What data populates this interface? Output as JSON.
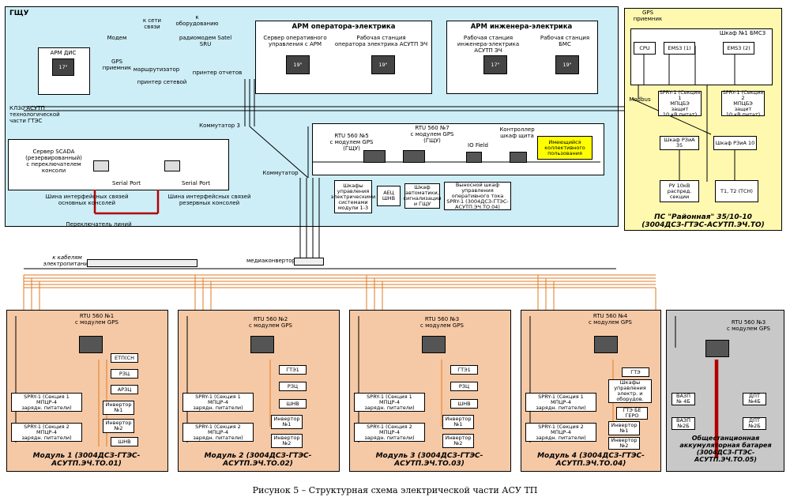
{
  "zones": {
    "main": "ГЩУ",
    "arm_operator": "АРМ оператора-электрика",
    "arm_engineer": "АРМ инженера-электрика",
    "ps_rayonnaya": "ПС \"Районная\" 35/10-10\n(3004ДСЗ-ГТЭС-АСУТП.ЭЧ.ТО)",
    "fac_battery": "Общестанционная\nаккумуляторная батарея\n(3004ДСЗ-ГТЭС-\nАСУТП.ЭЧ.ТО.05)"
  },
  "labels": {
    "arm_dis": "АРМ ДИС",
    "gps_reciever_left": "GPS\nприемник",
    "modem": "Модем",
    "antenna_label": "к сети\nсвязи",
    "building_link": "к оборудованию",
    "router": "маршрутизатор",
    "printer": "принтер сетевой",
    "report_printer": "принтер отчетов",
    "remote_panel": "радиомодем Satel\nSRU",
    "arm_group_left": "Сервер оперативного\nуправления с АРМ",
    "workstation_op": "Рабочая станция\nоператора электрика АСУТП ЭЧ",
    "workstation_eng": "Рабочая станция\nинженера-электрика АСУТП ЭЧ",
    "workstation_bms": "Рабочая станция\nБМС",
    "kvo_asutp": "КЛ30 АСУТП\nтехнологической\nчасти ГТЭС",
    "switch3": "Коммутатор 3",
    "switch": "Коммутатор",
    "scada_server": "Сервер SCADA\n(резервированный)\nс переключателем консоли",
    "serial_port": "Serial Port",
    "rtu5": "RTU 560 №5\nс модулем GPS\n(ГЩУ)",
    "rtu7": "RTU 560 №7\nс модулем GPS\n(ГЩУ)",
    "io_field": "IO Field",
    "controller": "Контроллер\nшкаф щита",
    "collective_monitor": "Имеющийся\nколлективного\nпользования",
    "cab_aecsh": "АЕЦ\nШНВ",
    "cab_relay": "Шкафы\nуправления\nэлектрическими\nсистемами\nмодули 1-3",
    "cab_auto": "Шкаф\nавтоматики,\nсигнализации\nи ГЩУ",
    "cab_srp": "Выносной шкаф управления\nоперативного тока\nSPRY-1 (3004ДСЗ-ГТЭС-\nАСУТП.ЭЧ.ТО.04)",
    "iface_left": "Шина интерфейсных связей\nосновных консолей",
    "iface_right": "Шина интерфейсных связей\nрезервных консолей",
    "switcher_lines": "Переключатель линий",
    "cable_label": "к кабелям\nэлектропитания",
    "media_converters": "медиаконверторы",
    "gps_top": "GPS\nприемник",
    "cabinet_bms": "Шкаф №1 БМС3",
    "cpu": "CPU",
    "ems1": "EMS3 (1)",
    "ems2": "EMS3 (2)",
    "modbus": "Modbus",
    "spry_sec1": "SPRY-1 (Секция 1\nМПЦБЭ\nзащит\n10 кВ питат)",
    "spry_sec2": "SPRY-1 (Секция 2\nМПЦБЭ\nзащит\n10 кВ питат)",
    "relay_sec": "Шкаф РЗиА 35",
    "relay_10": "Шкаф РЗиА 10",
    "ru_dist": "РУ 10кВ\nраспред.\nсекции",
    "t1_t2": "Т1, Т2 (ТСН)"
  },
  "modules": [
    {
      "rtu": "RTU 560 №1\nс модулем GPS",
      "title": "Модуль 1 (3004ДСЗ-ГТЭС-\nАСУТП.ЭЧ.ТО.01)",
      "boxes": [
        "ЕТП(СН",
        "РЗЦ",
        "АРЗЦ",
        "Инвертор\n№1",
        "Инвертор\n№2",
        "ШНВ"
      ],
      "sec1": "SPRY-1 (Секция 1\nМПЦР-4\nзарядн. питатели)",
      "sec2": "SPRY-1 (Секция 2\nМПЦР-4\nзарядн. питатели)"
    },
    {
      "rtu": "RTU 560 №2\nс модулем GPS",
      "title": "Модуль 2 (3004ДСЗ-ГТЭС-\nАСУТП.ЭЧ.ТО.02)",
      "boxes": [
        "ГТЭ1",
        "РЗЦ",
        "ШНВ",
        "Инвертор\n№1",
        "Инвертор\n№2"
      ],
      "sec1": "SPRY-1 (Секция 1\nМПЦР-4\nзарядн. питатели)",
      "sec2": "SPRY-1 (Секция 2\nМПЦР-4\nзарядн. питатели)"
    },
    {
      "rtu": "RTU 560 №3\nс модулем GPS",
      "title": "Модуль 3 (3004ДСЗ-ГТЭС-\nАСУТП.ЭЧ.ТО.03)",
      "boxes": [
        "ГТЭ1",
        "РЗЦ",
        "ШНВ",
        "Инвертор\n№1",
        "Инвертор\n№2"
      ],
      "sec1": "SPRY-1 (Секция 1\nМПЦР-4\nзарядн. питатели)",
      "sec2": "SPRY-1 (Секция 2\nМПЦР-4\nзарядн. питатели)"
    },
    {
      "rtu": "RTU 560 №4\nс модулем GPS",
      "title": "Модуль 4 (3004ДСЗ-ГТЭС-\nАСУТП.ЭЧ.ТО.04)",
      "boxes": [
        "ГТЭ",
        "Шкафы\nуправления\nэлектр. и\nоборудов.",
        "ГТЭ БЕ\nГЕРО",
        "Инвертор\n№1",
        "Инвертор\n№2"
      ],
      "sec1": "SPRY-1 (Секция 1\nМПЦР-4\nзарядн. питатели)",
      "sec2": "SPRY-1 (Секция 2\nМПЦР-4\nзарядн. питатели)"
    }
  ],
  "battery": {
    "rtu": "RTU 560 №3\nс модулем GPS",
    "boxes": [
      "ВАЗП\n№ 4Б",
      "ВАЗП\n№2Б",
      "ДПТ\n№4Б",
      "ДПТ\n№2Б"
    ]
  },
  "monitor_labels": [
    "17\"",
    "19\"",
    "19\"",
    "17\"",
    "19\""
  ],
  "caption": "Рисунок 5 – Структурная схема электрической части АСУ ТП",
  "colors": {
    "main_bg": "#cdeef7",
    "module_bg": "#f6c9a6",
    "ps_bg": "#fff9b0",
    "battery_bg": "#c8c8c8",
    "cable_red": "#b00000",
    "cable_orange": "#e07a20",
    "highlight_yellow": "#ffff00"
  }
}
